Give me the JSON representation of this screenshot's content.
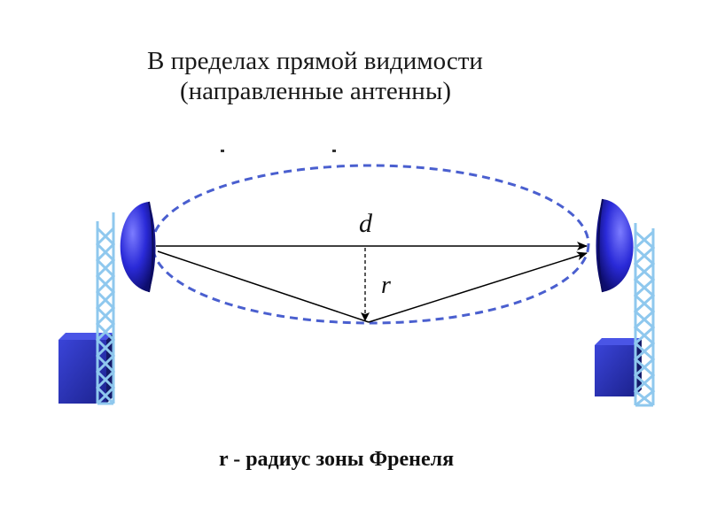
{
  "title": {
    "line1": "В пределах прямой видимости",
    "line2": "(направленные антенны)"
  },
  "labels": {
    "distance": "d",
    "radius": "r"
  },
  "caption": "r - радиус зоны Френеля",
  "colors": {
    "ellipse": "#4a5fcf",
    "dish": "#2b2bd6",
    "tower": "#8fc8ee",
    "box": "#2c33c2",
    "arrow": "#000000"
  }
}
